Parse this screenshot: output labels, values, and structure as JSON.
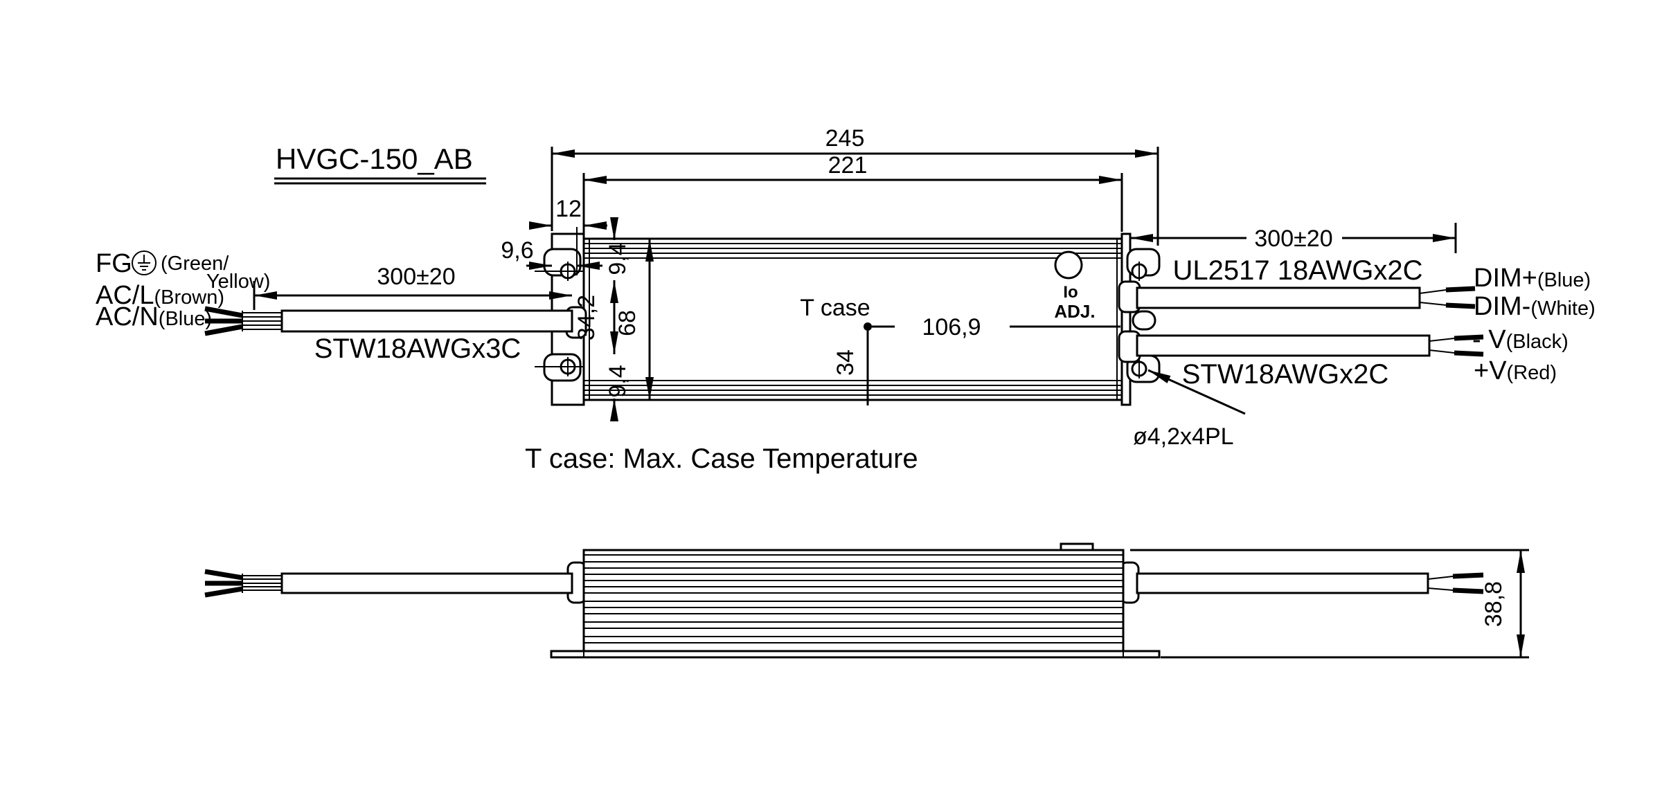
{
  "drawing": {
    "model": "HVGC-150_AB",
    "note": "T case: Max. Case Temperature"
  },
  "top_view": {
    "dim_total_length": "245",
    "dim_body_length": "221",
    "dim_bracket_overhang": "12",
    "dim_slot_offset": "9,6",
    "dim_width": "68",
    "dim_slot_span": "34,2",
    "dim_edge_to_slot_top": "9,4",
    "dim_edge_to_slot_bottom": "9,4",
    "dim_input_lead": "300±20",
    "dim_output_lead": "300±20",
    "dim_tcase_from_end": "106,9",
    "dim_tcase_from_edge": "34",
    "hole_note": "ø4,2x4PL",
    "tcase_label": "T case",
    "io_adj_line1": "Io",
    "io_adj_line2": "ADJ.",
    "input_cable": "STW18AWGx3C",
    "output_cable_top": "UL2517 18AWGx2C",
    "output_cable_bottom": "STW18AWGx2C",
    "leads_in": {
      "fg": "FG",
      "fg_color_1": "(Green/",
      "fg_color_2": "Yellow)",
      "ac_l": "AC/L",
      "ac_l_color": "(Brown)",
      "ac_n": "AC/N",
      "ac_n_color": "(Blue)"
    },
    "leads_out": {
      "dim_plus": "DIM+",
      "dim_plus_color": "(Blue)",
      "dim_minus": "DIM-",
      "dim_minus_color": "(White)",
      "v_minus": "- V",
      "v_minus_color": "(Black)",
      "v_plus": "+V",
      "v_plus_color": "(Red)"
    }
  },
  "side_view": {
    "dim_height": "38,8"
  },
  "colors": {
    "ink": "#000000",
    "paper": "#ffffff"
  }
}
